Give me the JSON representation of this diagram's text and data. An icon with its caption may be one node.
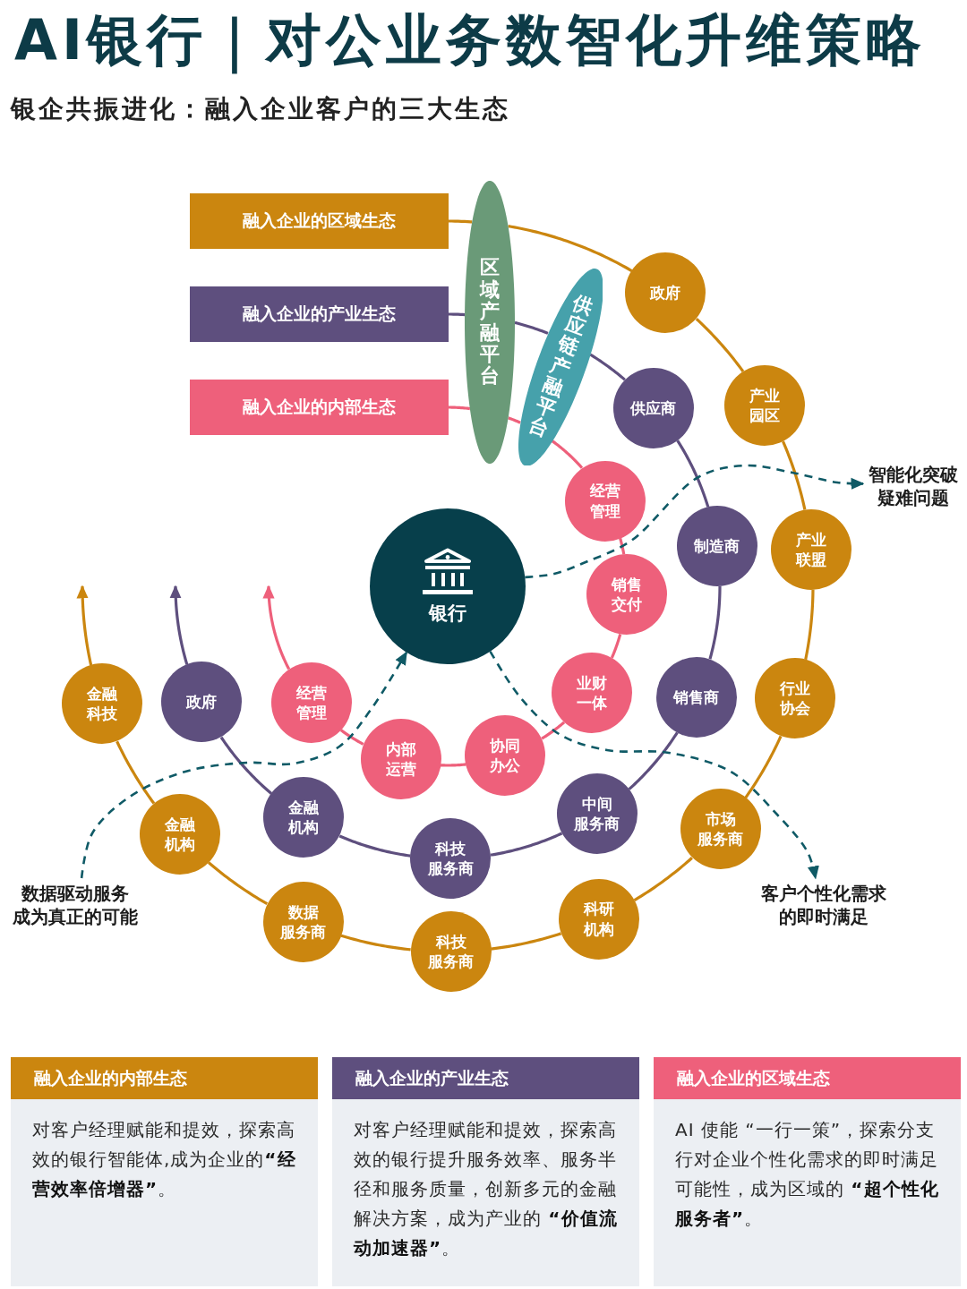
{
  "diagram": {
    "title": "AI银行｜对公业务数智化升维策略",
    "nodes": [
      {
        "text": [
          "融入企业的区域生态"
        ]
      },
      {
        "text": [
          "融入企业的产业生态"
        ]
      },
      {
        "text": [
          "融入企业的内部生态"
        ]
      },
      {
        "text": [
          "区域产融平台"
        ]
      },
      {
        "text": [
          "供应链产融平台"
        ]
      },
      {
        "text": [
          "银行"
        ]
      },
      {
        "text": [
          "政府"
        ]
      },
      {
        "text": [
          "产业园区"
        ]
      },
      {
        "text": [
          "产业联盟"
        ]
      },
      {
        "text": [
          "行业协会"
        ]
      },
      {
        "text": [
          "市场服务商"
        ]
      },
      {
        "text": [
          "科研机构"
        ]
      },
      {
        "text": [
          "科技服务商"
        ]
      },
      {
        "text": [
          "数据服务商"
        ]
      },
      {
        "text": [
          "金融机构"
        ]
      },
      {
        "text": [
          "金融科技"
        ]
      },
      {
        "text": [
          "供应商"
        ]
      },
      {
        "text": [
          "制造商"
        ]
      },
      {
        "text": [
          "销售商"
        ]
      },
      {
        "text": [
          "中间服务商"
        ]
      },
      {
        "text": [
          "科技服务商"
        ]
      },
      {
        "text": [
          "金融机构"
        ]
      },
      {
        "text": [
          "政府"
        ]
      },
      {
        "text": [
          "经营管理"
        ]
      },
      {
        "text": [
          "销售交付"
        ]
      },
      {
        "text": [
          "业财一体"
        ]
      },
      {
        "text": [
          "协同办公"
        ]
      },
      {
        "text": [
          "内部运营"
        ]
      },
      {
        "text": [
          "经营管理"
        ]
      },
      {
        "text": [
          "智能化突破疑难问题"
        ]
      },
      {
        "text": [
          "客户个性化需求的即时满足"
        ]
      },
      {
        "text": [
          "数据驱动服务成为真正的可能"
        ]
      },
      {
        "text": [
          "融入企业的内部生态",
          "对客户经理赋能和提效，探索高效的银行智能体,成为企业的**“经营效率倍增器”**。"
        ]
      },
      {
        "text": [
          "融入企业的产业生态",
          "对客户经理赋能和提效，探索高效的银行提升服务效率、服务半径和服务质量，创新多元的金融解决方案，成为产业的 **“价值流动加速器”**。"
        ]
      },
      {
        "text": [
          "融入企业的区域生态",
          "AI 使能 “一行一策”，探索分支行对企业个性化需求的即时满足可能性，成为区域的 **“超个性化服务者”**。"
        ]
      }
    ],
    "edges": [
      {
        "from": 0,
        "to": 3,
        "arrow": "none",
        "color": "#cb860f"
      },
      {
        "from": 3,
        "to": 6,
        "arrow": "none",
        "color": "#cb860f"
      },
      {
        "from": 6,
        "to": 7,
        "arrow": "none",
        "color": "#cb860f"
      },
      {
        "from": 7,
        "to": 8,
        "arrow": "none",
        "color": "#cb860f"
      },
      {
        "from": 8,
        "to": 9,
        "arrow": "none",
        "color": "#cb860f"
      },
      {
        "from": 9,
        "to": 10,
        "arrow": "none",
        "color": "#cb860f"
      },
      {
        "from": 10,
        "to": 11,
        "arrow": "none",
        "color": "#cb860f"
      },
      {
        "from": 11,
        "to": 12,
        "arrow": "none",
        "color": "#cb860f"
      },
      {
        "from": 12,
        "to": 13,
        "arrow": "none",
        "color": "#cb860f"
      },
      {
        "from": 13,
        "to": 14,
        "arrow": "none",
        "color": "#cb860f"
      },
      {
        "from": 14,
        "to": 15,
        "arrow": "none",
        "color": "#cb860f"
      },
      {
        "from": 15,
        "to": null,
        "arrow": "to",
        "color": "#cb860f"
      },
      {
        "from": 1,
        "to": 3,
        "arrow": "none",
        "color": "#5e4f7e"
      },
      {
        "from": 3,
        "to": 4,
        "arrow": "none",
        "color": "#5e4f7e"
      },
      {
        "from": 4,
        "to": 16,
        "arrow": "none",
        "color": "#5e4f7e"
      },
      {
        "from": 16,
        "to": 17,
        "arrow": "none",
        "color": "#5e4f7e"
      },
      {
        "from": 17,
        "to": 18,
        "arrow": "none",
        "color": "#5e4f7e"
      },
      {
        "from": 18,
        "to": 19,
        "arrow": "none",
        "color": "#5e4f7e"
      },
      {
        "from": 19,
        "to": 20,
        "arrow": "none",
        "color": "#5e4f7e"
      },
      {
        "from": 20,
        "to": 21,
        "arrow": "none",
        "color": "#5e4f7e"
      },
      {
        "from": 21,
        "to": 22,
        "arrow": "none",
        "color": "#5e4f7e"
      },
      {
        "from": 22,
        "to": null,
        "arrow": "to",
        "color": "#5e4f7e"
      },
      {
        "from": 2,
        "to": 3,
        "arrow": "none",
        "color": "#ee607b"
      },
      {
        "from": 3,
        "to": 4,
        "arrow": "none",
        "color": "#ee607b"
      },
      {
        "from": 4,
        "to": 23,
        "arrow": "none",
        "color": "#ee607b"
      },
      {
        "from": 23,
        "to": 24,
        "arrow": "none",
        "color": "#ee607b"
      },
      {
        "from": 24,
        "to": 25,
        "arrow": "none",
        "color": "#ee607b"
      },
      {
        "from": 25,
        "to": 26,
        "arrow": "none",
        "color": "#ee607b"
      },
      {
        "from": 26,
        "to": 27,
        "arrow": "none",
        "color": "#ee607b"
      },
      {
        "from": 27,
        "to": 28,
        "arrow": "none",
        "color": "#ee607b"
      },
      {
        "from": 28,
        "to": null,
        "arrow": "to",
        "color": "#ee607b"
      },
      {
        "from": 5,
        "to": 29,
        "arrow": "to",
        "style": "dashed",
        "color": "#0f5a66"
      },
      {
        "from": 5,
        "to": 30,
        "arrow": "to",
        "style": "dashed",
        "color": "#0f5a66"
      },
      {
        "from": 31,
        "to": 5,
        "arrow": "to",
        "style": "dashed",
        "color": "#0f5a66"
      }
    ],
    "labels": [
      "银企共振进化：融入企业客户的三大生态"
    ]
  }
}
